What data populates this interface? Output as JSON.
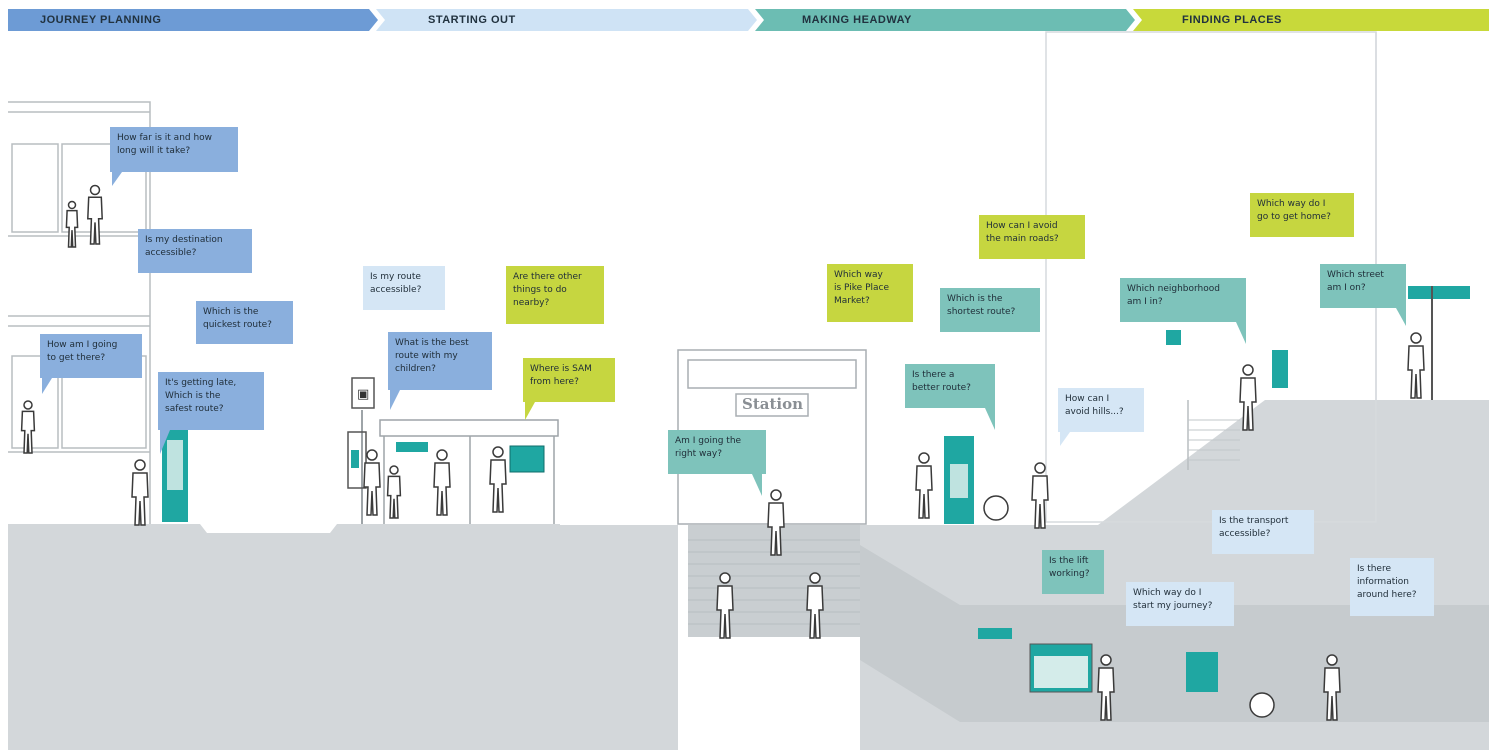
{
  "phases": [
    {
      "label": "JOURNEY PLANNING",
      "color": "#6d9bd5"
    },
    {
      "label": "STARTING OUT",
      "color": "#cfe3f5"
    },
    {
      "label": "MAKING HEADWAY",
      "color": "#6cbdb3"
    },
    {
      "label": "FINDING PLACES",
      "color": "#c8d93a"
    }
  ],
  "station_sign": "Station",
  "palette": {
    "ground": "#d3d7da",
    "underground": "#c3c8cb",
    "building_line": "#b8bdc1",
    "accent_teal": "#1fa7a2",
    "figure_stroke": "#3a3a3a"
  },
  "bubbles": [
    {
      "text": "How far is it and how\nlong will it take?",
      "style": "blue"
    },
    {
      "text": "Is my destination\naccessible?",
      "style": "blue"
    },
    {
      "text": "Which is the\nquickest route?",
      "style": "blue"
    },
    {
      "text": "How am I going\nto get there?",
      "style": "blue"
    },
    {
      "text": "It's getting late,\nWhich is the\nsafest route?",
      "style": "blue"
    },
    {
      "text": "Is my route\naccessible?",
      "style": "light"
    },
    {
      "text": "What is the best\nroute with my\nchildren?",
      "style": "blue"
    },
    {
      "text": "Are there other\nthings to do\nnearby?",
      "style": "lime"
    },
    {
      "text": "Where is SAM\nfrom here?",
      "style": "lime"
    },
    {
      "text": "Which way\nis Pike Place\nMarket?",
      "style": "lime"
    },
    {
      "text": "How can I avoid\nthe main roads?",
      "style": "lime"
    },
    {
      "text": "Which is the\nshortest route?",
      "style": "teal"
    },
    {
      "text": "Is there a\nbetter route?",
      "style": "teal"
    },
    {
      "text": "Am I going the\nright way?",
      "style": "teal"
    },
    {
      "text": "How can I\navoid hills...?",
      "style": "light"
    },
    {
      "text": "Which way do I\ngo to get home?",
      "style": "lime"
    },
    {
      "text": "Which neighborhood\nam I in?",
      "style": "teal"
    },
    {
      "text": "Which street\nam I on?",
      "style": "teal"
    },
    {
      "text": "Is the transport\naccessible?",
      "style": "light"
    },
    {
      "text": "Is the lift\nworking?",
      "style": "teal"
    },
    {
      "text": "Which way do I\nstart my journey?",
      "style": "light"
    },
    {
      "text": "Is there\ninformation\naround here?",
      "style": "light"
    }
  ]
}
